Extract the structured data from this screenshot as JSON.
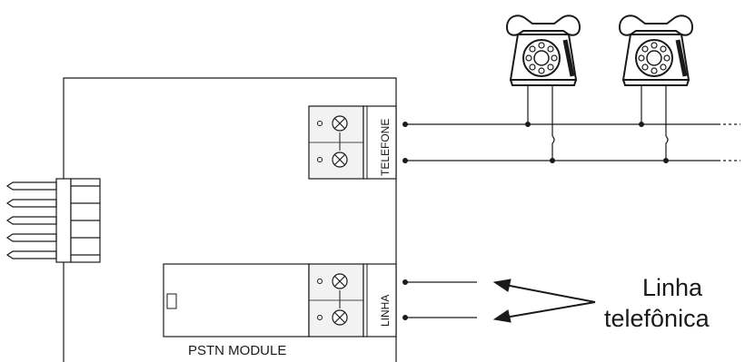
{
  "labels": {
    "telefone": "TELEFONE",
    "linha": "LINHA",
    "module": "PSTN MODULE",
    "line_text_1": "Linha",
    "line_text_2": "telefônica"
  },
  "icons": {
    "phone": "telephone-icon",
    "screw": "screw-terminal-icon",
    "pins": "header-pin-icon"
  },
  "colors": {
    "stroke": "#1a1a1a",
    "background": "#ffffff",
    "terminal_fill": "#f2f2f2"
  }
}
